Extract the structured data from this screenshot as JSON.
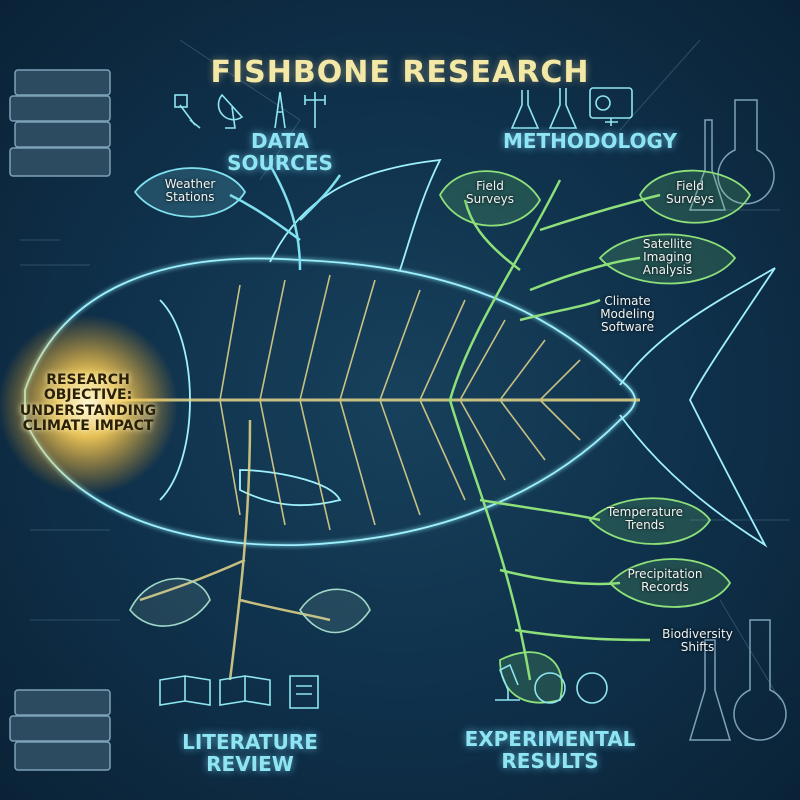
{
  "title": "FISHBONE RESEARCH",
  "objective": {
    "line1": "RESEARCH",
    "line2": "OBJECTIVE:",
    "line3": "UNDERSTANDING",
    "line4": "CLIMATE IMPACT"
  },
  "categories": {
    "data_sources": {
      "label": "DATA SOURCES",
      "icons": [
        "satellite-icon",
        "satellite-dish-icon",
        "radio-tower-icon",
        "weather-station-icon"
      ]
    },
    "methodology": {
      "label": "METHODOLOGY",
      "icons": [
        "flask-icon",
        "flask-icon",
        "computer-globe-icon"
      ]
    },
    "literature_review": {
      "label": "LITERATURE REVIEW",
      "icons": [
        "open-book-icon",
        "open-book-icon",
        "scroll-icon"
      ]
    },
    "experimental_results": {
      "label1": "EXPERIMENTAL",
      "label2": "RESULTS",
      "icons": [
        "microscope-icon",
        "petri-dish-icon",
        "petri-dish-icon"
      ]
    }
  },
  "causes": {
    "weather": {
      "l1": "Weather",
      "l2": "Stations"
    },
    "field1": {
      "l1": "Field",
      "l2": "Surveys"
    },
    "field2": {
      "l1": "Field",
      "l2": "Surveys"
    },
    "satellite": {
      "l1": "Satellite",
      "l2": "Imaging",
      "l3": "Analysis"
    },
    "climate": {
      "l1": "Climate",
      "l2": "Modeling",
      "l3": "Software"
    },
    "temperature": {
      "l1": "Temperature",
      "l2": "Trends"
    },
    "precipitation": {
      "l1": "Precipitation",
      "l2": "Records"
    },
    "biodiversity": {
      "l1": "Biodiversity",
      "l2": "Shifts"
    }
  },
  "colors": {
    "background": "#0f304a",
    "title": "#f4e8a6",
    "category": "#8fe6f2",
    "bone": "#7fe0f0",
    "branch_green": "#7ed86a",
    "glow": "#ffd25a"
  }
}
